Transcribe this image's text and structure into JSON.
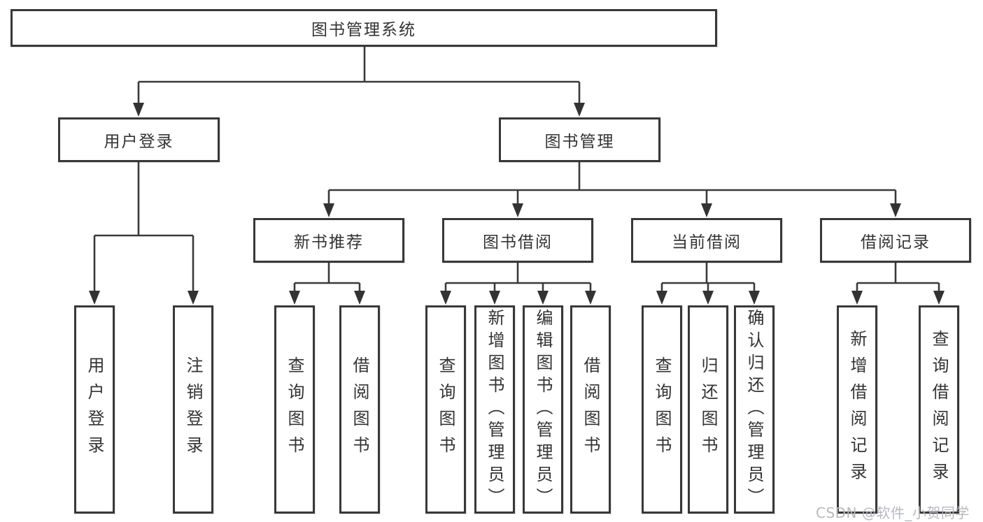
{
  "nodes": {
    "root": {
      "label": "图书管理系统"
    },
    "level2": [
      {
        "label": "用户登录"
      },
      {
        "label": "图书管理"
      }
    ],
    "level3": [
      {
        "label": "新书推荐"
      },
      {
        "label": "图书借阅"
      },
      {
        "label": "当前借阅"
      },
      {
        "label": "借阅记录"
      }
    ],
    "leaves": [
      {
        "label": "用户登录"
      },
      {
        "label": "注销登录"
      },
      {
        "label": "查询图书"
      },
      {
        "label": "借阅图书"
      },
      {
        "label": "查询图书"
      },
      {
        "label": "新增图书（管理员）"
      },
      {
        "label": "编辑图书（管理员）"
      },
      {
        "label": "借阅图书"
      },
      {
        "label": "查询图书"
      },
      {
        "label": "归还图书"
      },
      {
        "label": "确认归还（管理员）"
      },
      {
        "label": "新增借阅记录"
      },
      {
        "label": "查询借阅记录"
      }
    ]
  },
  "watermark": {
    "text": "CSDN @软件_小贺同学"
  },
  "colors": {
    "line": "#3a3a3a",
    "box_border": "#383838",
    "box_fill": "#ffffff",
    "text": "#333333",
    "watermark": "#b2b5bc"
  }
}
